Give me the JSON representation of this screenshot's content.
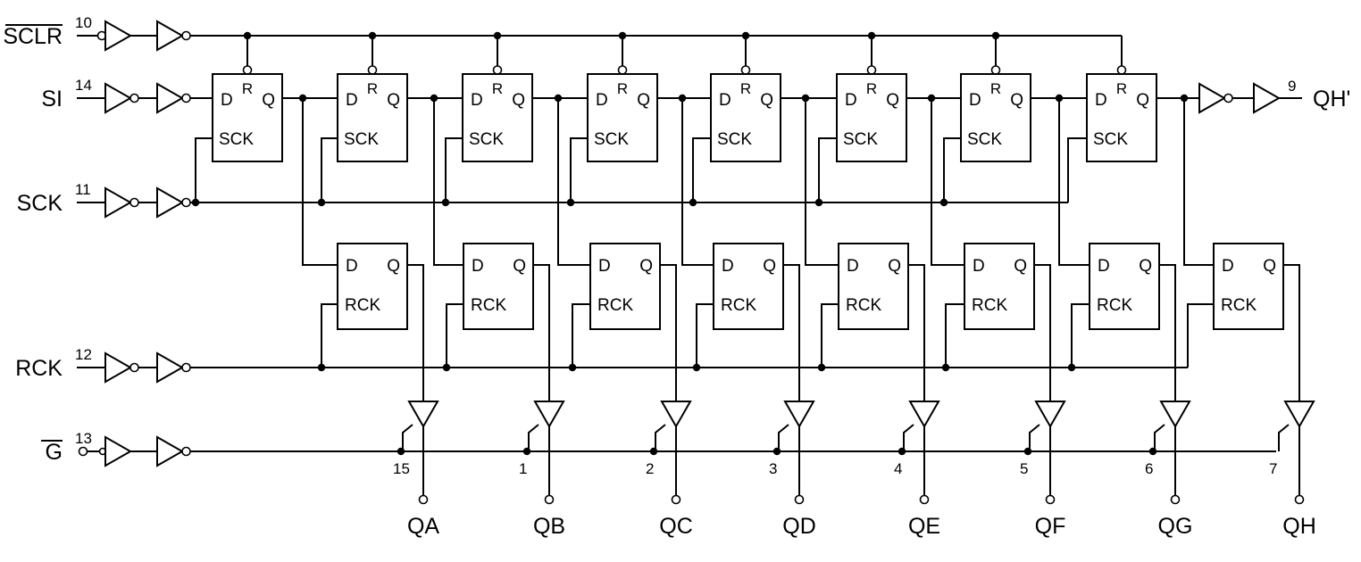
{
  "inputs": {
    "sclr": {
      "label": "SCLR",
      "pin": "10"
    },
    "si": {
      "label": "SI",
      "pin": "14"
    },
    "sck": {
      "label": "SCK",
      "pin": "11"
    },
    "rck": {
      "label": "RCK",
      "pin": "12"
    },
    "g": {
      "label": "G",
      "pin": "13"
    }
  },
  "serial_output": {
    "label": "QH'",
    "pin": "9"
  },
  "shift_register": {
    "d": "D",
    "r": "R",
    "q": "Q",
    "clk": "SCK"
  },
  "storage_register": {
    "d": "D",
    "q": "Q",
    "clk": "RCK"
  },
  "outputs": [
    {
      "label": "QA",
      "pin": "15"
    },
    {
      "label": "QB",
      "pin": "1"
    },
    {
      "label": "QC",
      "pin": "2"
    },
    {
      "label": "QD",
      "pin": "3"
    },
    {
      "label": "QE",
      "pin": "4"
    },
    {
      "label": "QF",
      "pin": "5"
    },
    {
      "label": "QG",
      "pin": "6"
    },
    {
      "label": "QH",
      "pin": "7"
    }
  ]
}
